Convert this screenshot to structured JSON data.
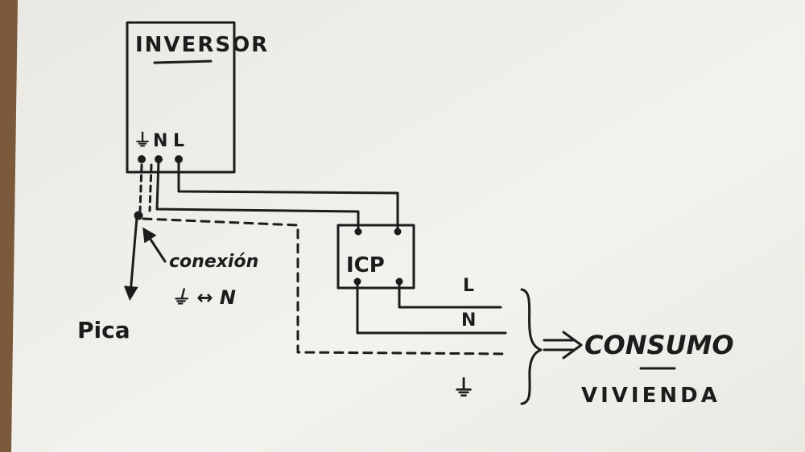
{
  "labels": {
    "inverter": "INVERSOR",
    "earth_symbol": "⏚",
    "neutral": "N",
    "line": "L",
    "icp": "ICP",
    "connection": "conexión",
    "earth_neutral_link": "⏚ ↔ N",
    "ground_rod": "Pica",
    "out_line": "L",
    "out_neutral": "N",
    "out_earth": "⏚",
    "consumption": "CONSUMO",
    "dwelling": "VIVIENDA"
  },
  "colors": {
    "paper": "#f1f0ec",
    "ink": "#1c1c1c",
    "table": "#7a5a3a"
  }
}
